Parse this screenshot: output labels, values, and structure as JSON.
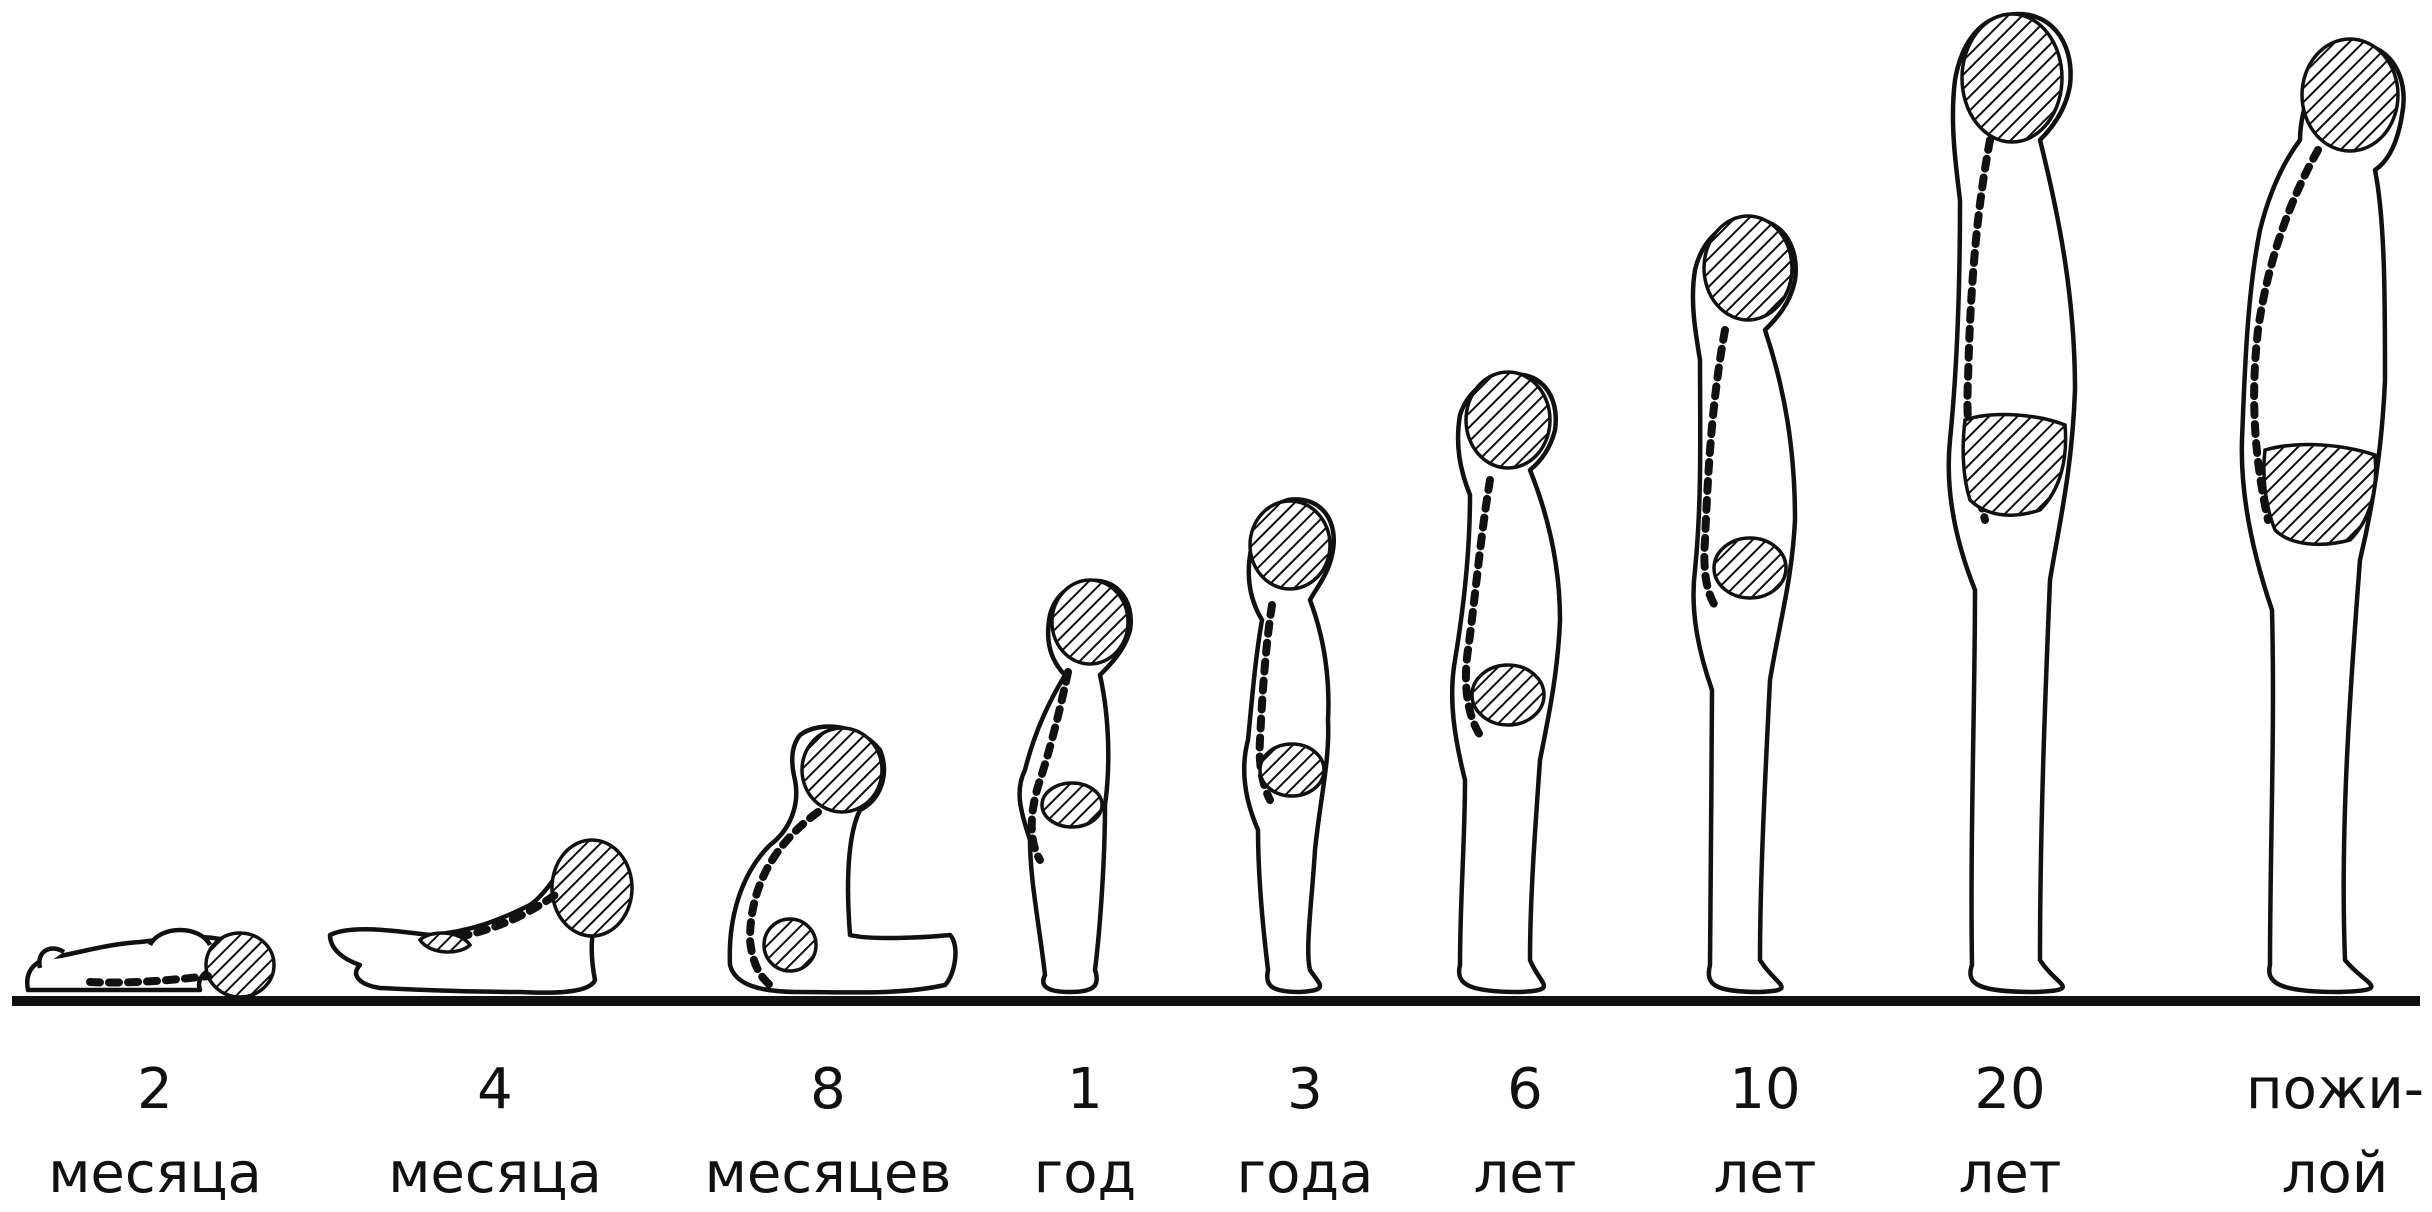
{
  "stages": [
    {
      "id": "2m",
      "line1": "2",
      "line2": "месяца"
    },
    {
      "id": "4m",
      "line1": "4",
      "line2": "месяца"
    },
    {
      "id": "8m",
      "line1": "8",
      "line2": "месяцев"
    },
    {
      "id": "1y",
      "line1": "1",
      "line2": "год"
    },
    {
      "id": "3y",
      "line1": "3",
      "line2": "года"
    },
    {
      "id": "6y",
      "line1": "6",
      "line2": "лет"
    },
    {
      "id": "10y",
      "line1": "10",
      "line2": "лет"
    },
    {
      "id": "20y",
      "line1": "20",
      "line2": "лет"
    },
    {
      "id": "old",
      "line1": "пожи-",
      "line2": "лой"
    }
  ],
  "colors": {
    "ink": "#111111",
    "paper": "#ffffff"
  }
}
